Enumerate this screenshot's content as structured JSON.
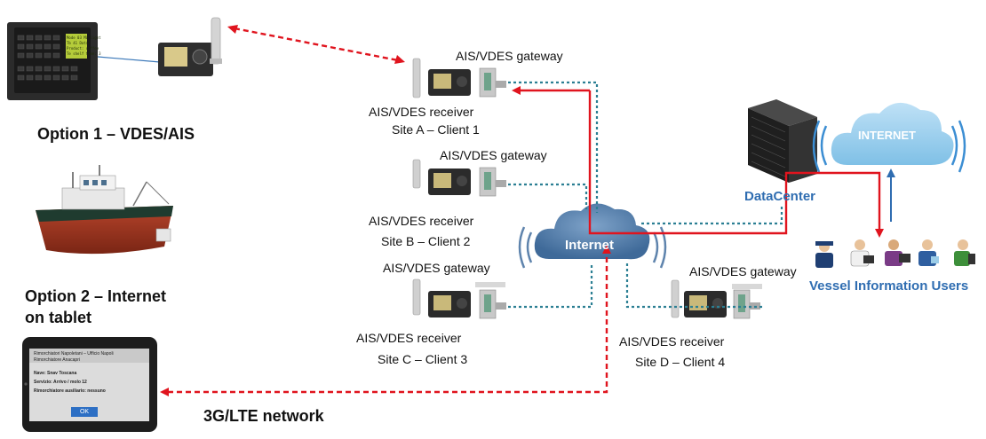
{
  "options": {
    "option1": "Option 1 – VDES/AIS",
    "option2_line1": "Option 2 – Internet",
    "option2_line2": "on tablet"
  },
  "network_label": "3G/LTE network",
  "sites": [
    {
      "gateway": "AIS/VDES gateway",
      "receiver": "AIS/VDES receiver",
      "client": "Site A – Client 1"
    },
    {
      "gateway": "AIS/VDES gateway",
      "receiver": "AIS/VDES receiver",
      "client": "Site B – Client 2"
    },
    {
      "gateway": "AIS/VDES gateway",
      "receiver": "AIS/VDES receiver",
      "client": "Site C – Client 3"
    },
    {
      "gateway": "AIS/VDES gateway",
      "receiver": "AIS/VDES receiver",
      "client": "Site D – Client 4"
    }
  ],
  "internet_cloud": "Internet",
  "internet_cloud_right": "INTERNET",
  "datacenter": "DataCenter",
  "vessel_users": "Vessel Information Users",
  "tablet": {
    "line1": "Rimorchiatori Napoletani – Ufficio Napoli",
    "line2": "Rimorchiatore Anacapri",
    "line3": "Nave: Snav Toscana",
    "line4": "Servizio: Arrivo / molo 12",
    "line5": "Rimorchiatore ausiliario: nessuno",
    "ok": "OK"
  },
  "controller_lcd": [
    "Mode 03 MV light",
    "Tb 41 Data",
    "Product: coffee",
    "Te shelf time: 3"
  ],
  "colors": {
    "red_link": "#e0141e",
    "teal_link": "#2b7f93",
    "brand_blue": "#2f6db1",
    "cloud_blue": "#4f7eae"
  }
}
